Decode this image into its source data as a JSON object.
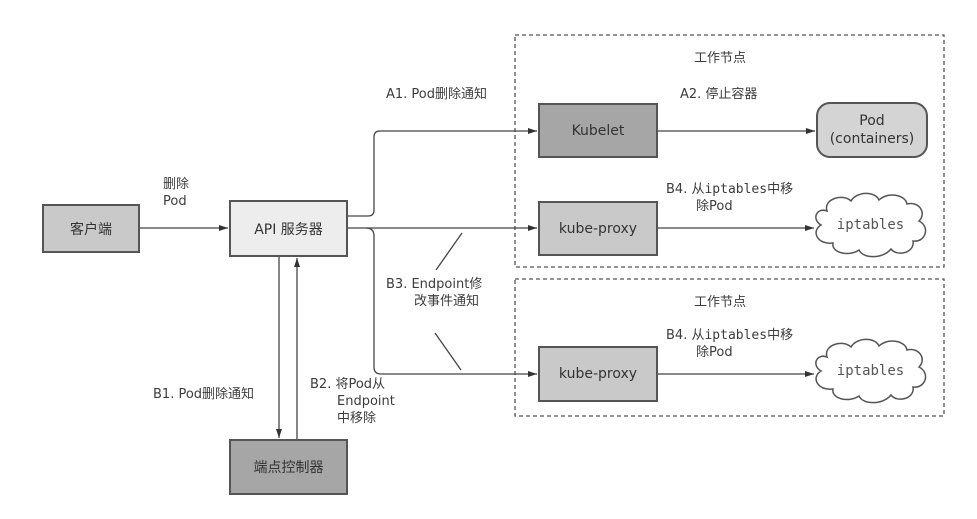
{
  "diagram": {
    "components": {
      "client": "客户端",
      "api_server": "API 服务器",
      "endpoint_controller": "端点控制器",
      "kubelet": "Kubelet",
      "kube_proxy_1": "kube-proxy",
      "kube_proxy_2": "kube-proxy",
      "pod_line1": "Pod",
      "pod_line2": "(containers)",
      "iptables_1": "iptables",
      "iptables_2": "iptables"
    },
    "worker_nodes": [
      {
        "title": "工作节点"
      },
      {
        "title": "工作节点"
      }
    ],
    "edges": {
      "delete_pod": {
        "line1": "删除",
        "line2": "Pod"
      },
      "a1": "A1. Pod删除通知",
      "a2": "A2. 停止容器",
      "b1": "B1. Pod删除通知",
      "b2": {
        "line1": "B2. 将Pod从",
        "line2": "Endpoint",
        "line3": "中移除"
      },
      "b3": {
        "line1": "B3. Endpoint修",
        "line2": "改事件通知"
      },
      "b4_top": {
        "prefix": "B4. 从",
        "code": "iptables",
        "suffix": "中移",
        "line2": "除Pod"
      },
      "b4_bottom": {
        "prefix": "B4. 从",
        "code": "iptables",
        "suffix": "中移",
        "line2": "除Pod"
      }
    }
  }
}
